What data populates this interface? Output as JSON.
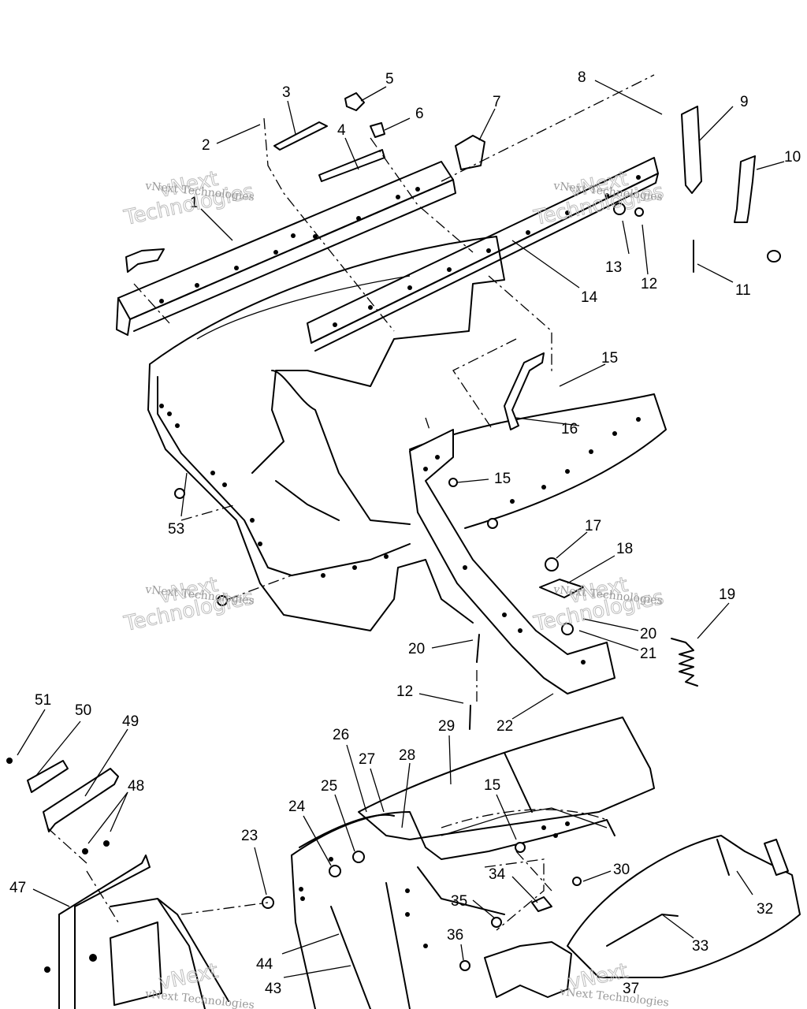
{
  "part_labels": [
    "1",
    "2",
    "3",
    "4",
    "5",
    "6",
    "7",
    "8",
    "9",
    "10",
    "11",
    "12",
    "13",
    "14",
    "15",
    "16",
    "17",
    "18",
    "19",
    "20",
    "21",
    "22",
    "23",
    "24",
    "25",
    "26",
    "27",
    "28",
    "29",
    "30",
    "32",
    "33",
    "34",
    "35",
    "36",
    "37",
    "43",
    "44",
    "47",
    "48",
    "49",
    "50",
    "51",
    "53"
  ],
  "labels": {
    "l1": "1",
    "l2": "2",
    "l3": "3",
    "l4": "4",
    "l5": "5",
    "l6": "6",
    "l7": "7",
    "l8": "8",
    "l9": "9",
    "l10": "10",
    "l11": "11",
    "l12a": "12",
    "l12b": "12",
    "l13": "13",
    "l14": "14",
    "l15a": "15",
    "l15b": "15",
    "l15c": "15",
    "l16": "16",
    "l17": "17",
    "l18": "18",
    "l19": "19",
    "l20a": "20",
    "l20b": "20",
    "l21": "21",
    "l22": "22",
    "l23": "23",
    "l24": "24",
    "l25": "25",
    "l26": "26",
    "l27": "27",
    "l28": "28",
    "l29": "29",
    "l30": "30",
    "l32": "32",
    "l33": "33",
    "l34": "34",
    "l35": "35",
    "l36": "36",
    "l37": "37",
    "l43": "43",
    "l44": "44",
    "l47": "47",
    "l48": "48",
    "l49": "49",
    "l50": "50",
    "l51": "51",
    "l53": "53"
  },
  "watermark": {
    "brand_top": "vNext",
    "brand_bottom": "Technologies",
    "brand_line": "vNext Technologies"
  }
}
